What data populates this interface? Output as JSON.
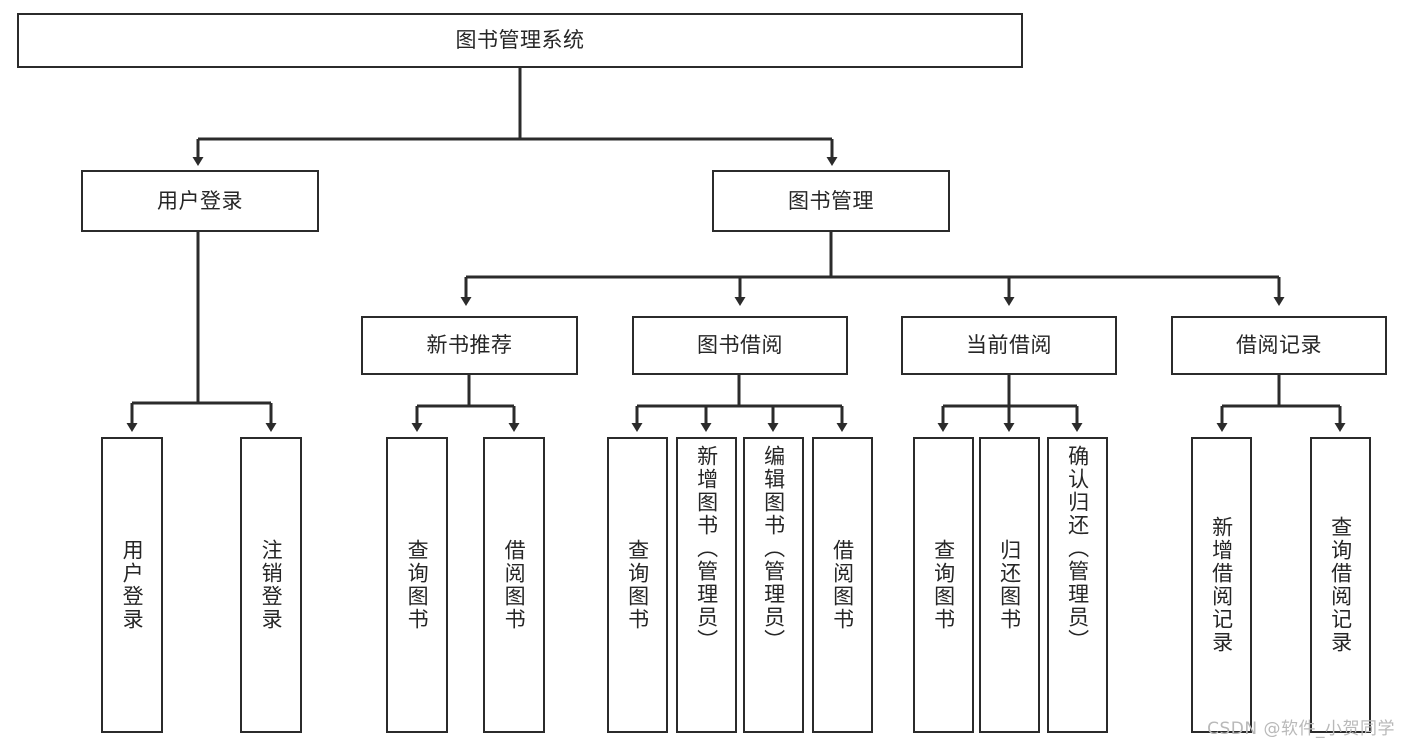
{
  "diagram": {
    "title": "图书管理系统",
    "root": {
      "label": "图书管理系统"
    },
    "level2": [
      {
        "label": "用户登录"
      },
      {
        "label": "图书管理"
      }
    ],
    "level3": [
      {
        "label": "新书推荐"
      },
      {
        "label": "图书借阅"
      },
      {
        "label": "当前借阅"
      },
      {
        "label": "借阅记录"
      }
    ],
    "leaves": {
      "user_login": [
        {
          "label": "用户登录"
        },
        {
          "label": "注销登录"
        }
      ],
      "new_book_recommend": [
        {
          "label": "查询图书"
        },
        {
          "label": "借阅图书"
        }
      ],
      "book_borrow": [
        {
          "label": "查询图书"
        },
        {
          "label": "新增图书（管理员）"
        },
        {
          "label": "编辑图书（管理员）"
        },
        {
          "label": "借阅图书"
        }
      ],
      "current_borrow": [
        {
          "label": "查询图书"
        },
        {
          "label": "归还图书"
        },
        {
          "label": "确认归还（管理员）"
        }
      ],
      "borrow_record": [
        {
          "label": "新增借阅记录"
        },
        {
          "label": "查询借阅记录"
        }
      ]
    },
    "watermark": "CSDN @软件_小贺同学",
    "colors": {
      "stroke": "#2b2b2b",
      "background": "#ffffff",
      "text": "#262626",
      "watermark": "#b9b9b9"
    }
  }
}
